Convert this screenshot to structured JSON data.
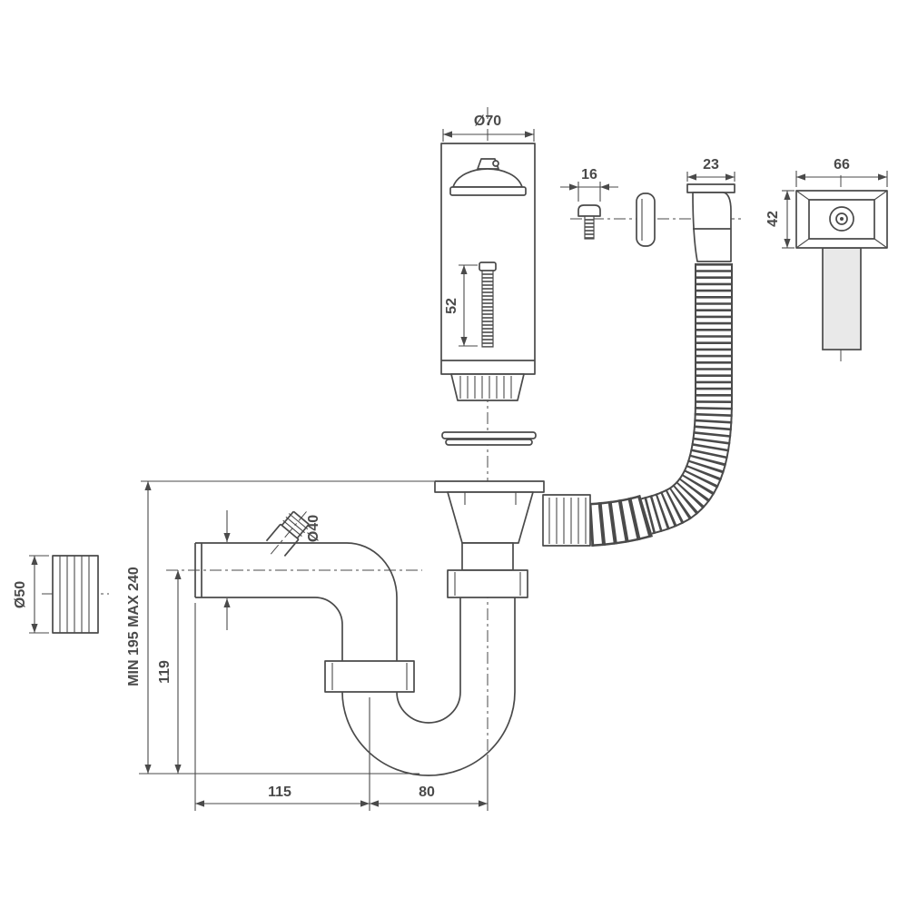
{
  "labels": {
    "plug_diameter": "Ø70",
    "rod_length": "52",
    "screw_width": "16",
    "elbow_depth": "23",
    "overflow_cover_width": "66",
    "overflow_cover_height": "42",
    "pipe_diameter": "Ø40",
    "adapter_diameter": "Ø50",
    "installation_height": "MIN 195 MAX 240",
    "trap_depth": "119",
    "horizontal_run": "115",
    "trap_offset": "80"
  },
  "colors": {
    "line": "#4a4a4a",
    "background": "#ffffff",
    "light_fill": "#e9e9e9"
  }
}
